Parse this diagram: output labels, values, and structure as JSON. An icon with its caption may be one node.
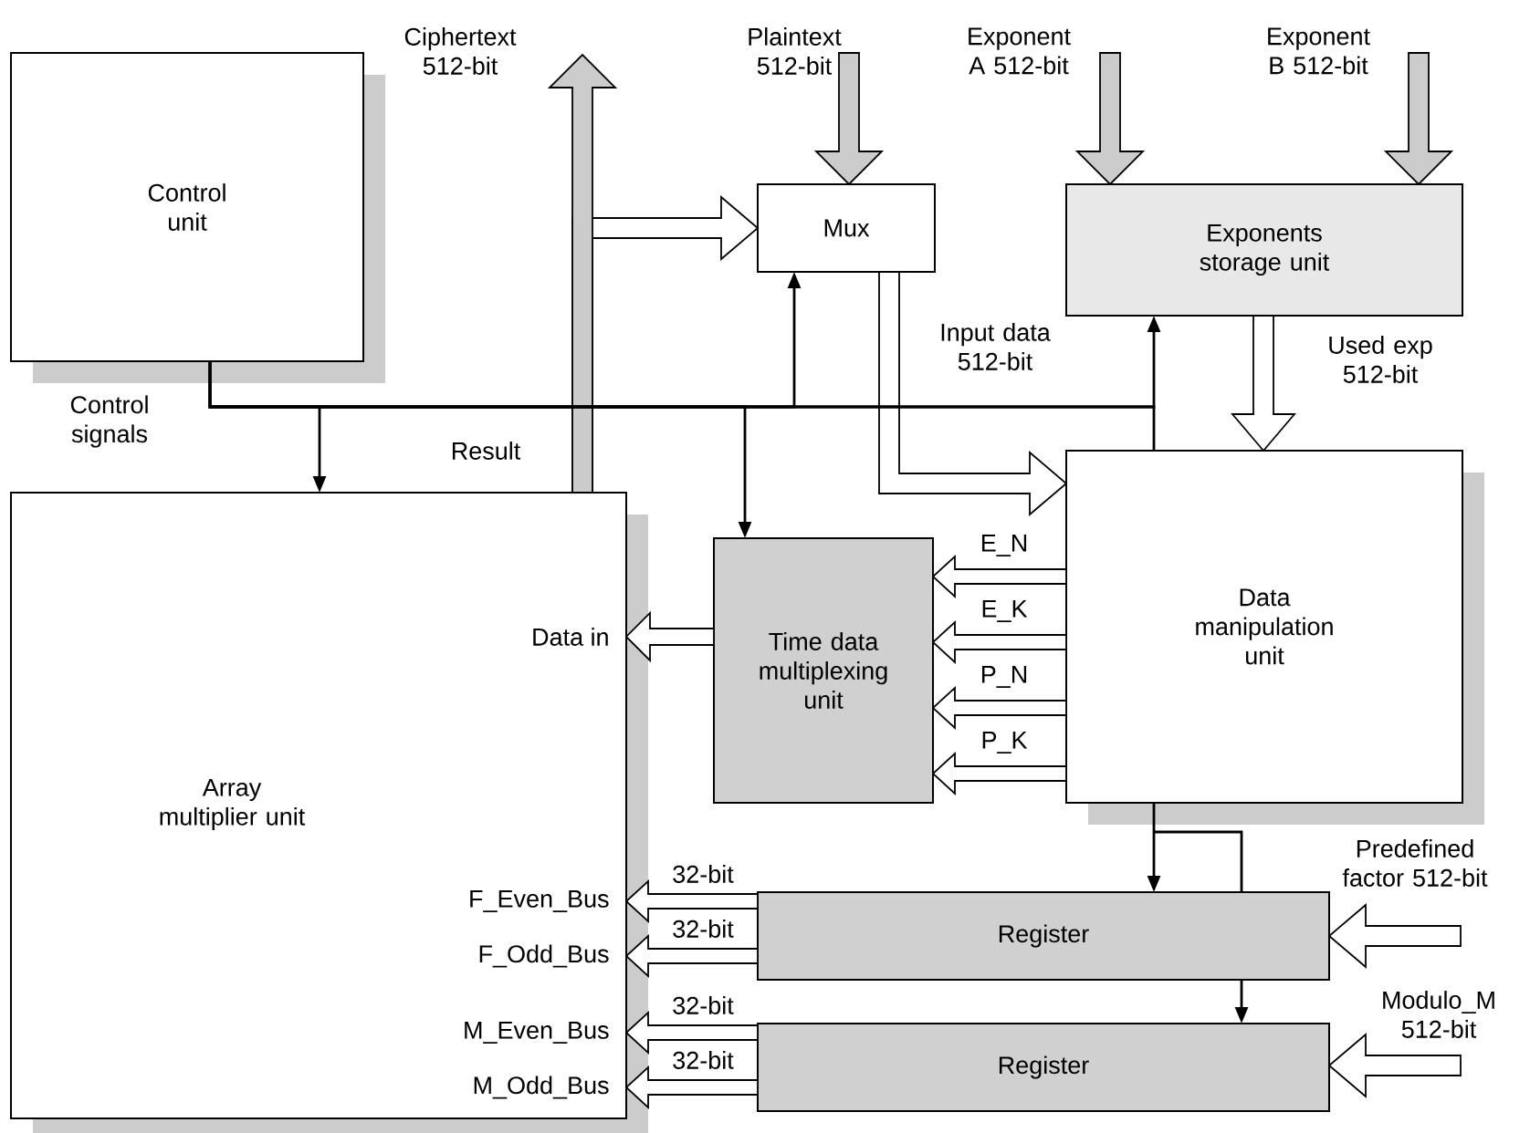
{
  "diagram": {
    "nodes": [
      {
        "text": [
          "Control unit"
        ]
      },
      {
        "text": [
          "Array multiplier unit",
          "Data in",
          "F_Even_Bus",
          "F_Odd_Bus",
          "M_Even_Bus",
          "M_Odd_Bus"
        ]
      },
      {
        "text": [
          "Mux"
        ]
      },
      {
        "text": [
          "Exponents storage unit"
        ]
      },
      {
        "text": [
          "Time data multiplexing unit"
        ]
      },
      {
        "text": [
          "Data manipulation unit"
        ]
      },
      {
        "text": [
          "Register"
        ]
      },
      {
        "text": [
          "Register"
        ]
      },
      {
        "text": [
          "Ciphertext 512-bit"
        ]
      },
      {
        "text": [
          "Plaintext 512-bit"
        ]
      },
      {
        "text": [
          "Exponent A 512-bit"
        ]
      },
      {
        "text": [
          "Exponent B 512-bit"
        ]
      },
      {
        "text": [
          "Predefined factor 512-bit"
        ]
      },
      {
        "text": [
          "Modulo_M 512-bit"
        ]
      }
    ],
    "edges": [
      {
        "from": 1,
        "to": 8,
        "arrow": "to",
        "style": "thick",
        "color": "#cccccc"
      },
      {
        "from": 1,
        "to": 2,
        "arrow": "to",
        "style": "thick"
      },
      {
        "from": 9,
        "to": 2,
        "arrow": "to",
        "style": "thick",
        "color": "#cccccc"
      },
      {
        "from": 10,
        "to": 3,
        "arrow": "to",
        "style": "thick",
        "color": "#cccccc"
      },
      {
        "from": 11,
        "to": 3,
        "arrow": "to",
        "style": "thick",
        "color": "#cccccc"
      },
      {
        "from": 2,
        "to": 5,
        "arrow": "to",
        "style": "thick",
        "label": "Input data 512-bit"
      },
      {
        "from": 3,
        "to": 5,
        "arrow": "to",
        "style": "thick",
        "label": "Used exp 512-bit"
      },
      {
        "from": 0,
        "to": 1,
        "arrow": "to"
      },
      {
        "from": 0,
        "to": 2,
        "arrow": "to"
      },
      {
        "from": 0,
        "to": 4,
        "arrow": "to"
      },
      {
        "from": 0,
        "to": 3,
        "arrow": "to"
      },
      {
        "from": 0,
        "to": 5,
        "arrow": "none"
      },
      {
        "from": 5,
        "to": 4,
        "arrow": "to",
        "style": "thick",
        "label": "E_N"
      },
      {
        "from": 5,
        "to": 4,
        "arrow": "to",
        "style": "thick",
        "label": "E_K"
      },
      {
        "from": 5,
        "to": 4,
        "arrow": "to",
        "style": "thick",
        "label": "P_N"
      },
      {
        "from": 5,
        "to": 4,
        "arrow": "to",
        "style": "thick",
        "label": "P_K"
      },
      {
        "from": 4,
        "to": 1,
        "arrow": "to",
        "style": "thick"
      },
      {
        "from": 6,
        "to": 1,
        "arrow": "to",
        "style": "thick",
        "label": "32-bit"
      },
      {
        "from": 6,
        "to": 1,
        "arrow": "to",
        "style": "thick",
        "label": "32-bit"
      },
      {
        "from": 7,
        "to": 1,
        "arrow": "to",
        "style": "thick",
        "label": "32-bit"
      },
      {
        "from": 7,
        "to": 1,
        "arrow": "to",
        "style": "thick",
        "label": "32-bit"
      },
      {
        "from": 5,
        "to": 6,
        "arrow": "to"
      },
      {
        "from": 5,
        "to": 6,
        "arrow": "none"
      },
      {
        "from": 6,
        "to": 7,
        "arrow": "to"
      },
      {
        "from": 12,
        "to": 6,
        "arrow": "to",
        "style": "thick"
      },
      {
        "from": 13,
        "to": 7,
        "arrow": "to",
        "style": "thick"
      }
    ],
    "labels": [
      "Control signals",
      "Result"
    ]
  }
}
